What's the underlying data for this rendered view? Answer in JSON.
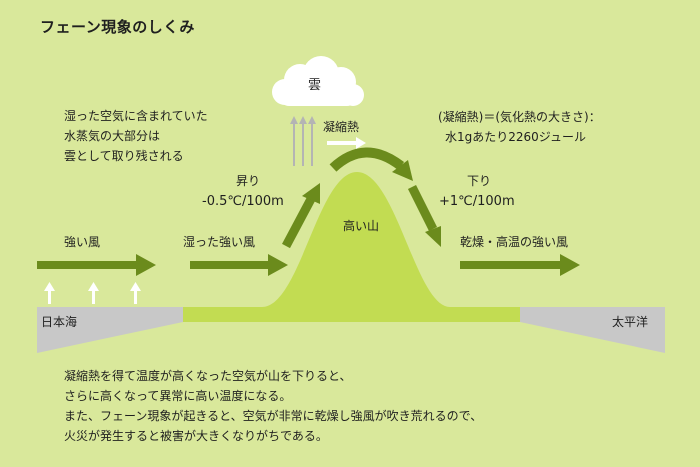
{
  "title": "フェーン現象のしくみ",
  "cloud_label": "雲",
  "note_lines": [
    "湿った空気に含まれていた",
    "水蒸気の大部分は",
    "雲として取り残される"
  ],
  "condensation_label": "凝縮熱",
  "heat_note_lines": [
    "(凝縮熱)＝(気化熱の大きさ)：",
    "水1gあたり2260ジュール"
  ],
  "ascend": {
    "label": "昇り",
    "rate": "-0.5℃/100m"
  },
  "descend": {
    "label": "下り",
    "rate": "+1℃/100m"
  },
  "wind_left": "強い風",
  "wind_humid": "湿った強い風",
  "mountain_label": "高い山",
  "wind_right": "乾燥・高温の強い風",
  "sea_left": "日本海",
  "sea_right": "太平洋",
  "footer_lines": [
    "凝縮熱を得て温度が高くなった空気が山を下りると、",
    "さらに高くなって異常に高い温度になる。",
    "また、フェーン現象が起きると、空気が非常に乾燥し強風が吹き荒れるので、",
    "火災が発生すると被害が大きくなりがちである。"
  ],
  "colors": {
    "background": "#d9e89b",
    "mountain": "#c2dc52",
    "arrow": "#6b8b1c",
    "sea": "#c8c8c8",
    "updraft_arrow": "#b4b4b4",
    "cloud": "#ffffff"
  }
}
